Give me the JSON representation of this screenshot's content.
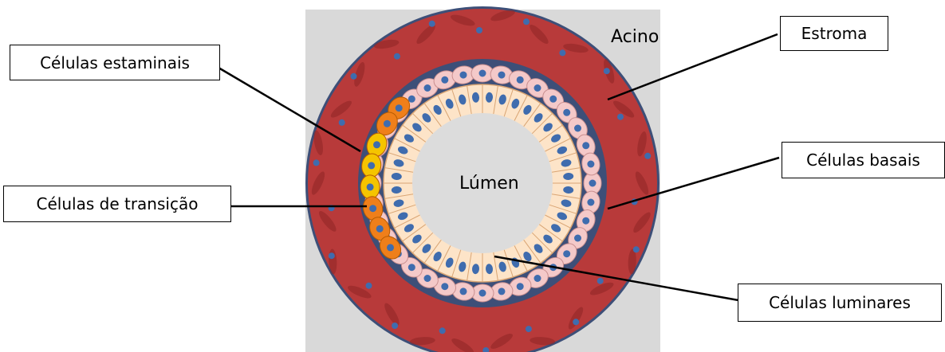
{
  "diagram": {
    "acinus_label": "Acino",
    "lumen_label": "Lúmen",
    "labels": {
      "stroma": "Estroma",
      "stem_cells": "Células estaminais",
      "basal_cells": "Células basais",
      "transition_cells": "Células de transição",
      "luminal_cells": "Células luminares"
    },
    "colors": {
      "background_panel": "#d9d9d9",
      "stroma": "#b83a3a",
      "stroma_dark": "#8e2424",
      "basement_membrane": "#3d4f78",
      "basal_cell": "#f4c9c9",
      "luminal_cell": "#fde4c8",
      "stem_cell": "#f5c400",
      "transition_cell": "#ef7f1a",
      "nucleus": "#3f6cae"
    }
  }
}
